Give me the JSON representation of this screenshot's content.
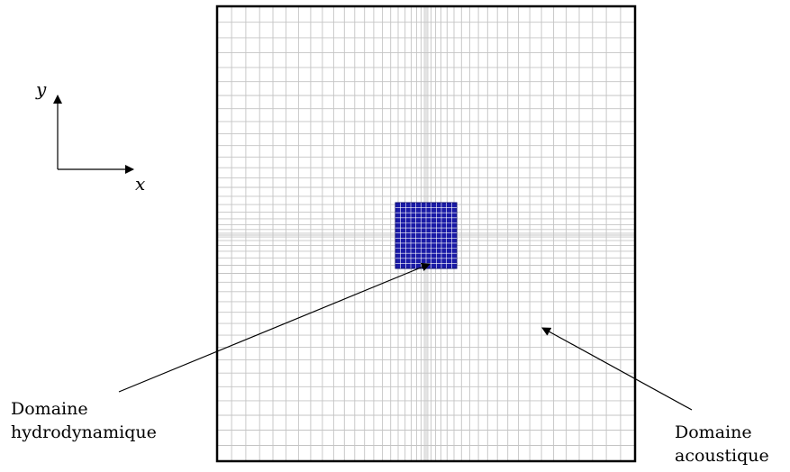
{
  "axes": {
    "y_label": "y",
    "x_label": "x"
  },
  "labels": {
    "hydro_line1": "Domaine",
    "hydro_line2": "hydrodynamique",
    "acoustic_line1": "Domaine",
    "acoustic_line2": "acoustique"
  },
  "colors": {
    "grid": "#c4c4c4",
    "border": "#000000",
    "hydro_fill": "#1a1aa6",
    "hydro_grid": "#ffffff"
  }
}
